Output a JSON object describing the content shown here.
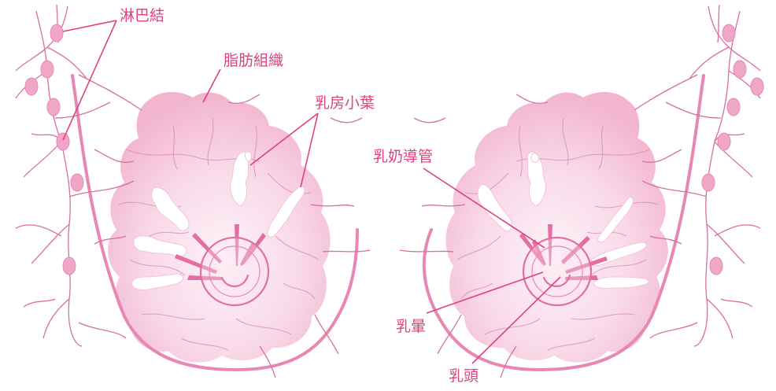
{
  "labels": {
    "lymph_node": "淋巴結",
    "fat_tissue": "脂肪組織",
    "lobule": "乳房小葉",
    "duct": "乳奶導管",
    "areola": "乳暈",
    "nipple": "乳頭"
  },
  "colors": {
    "label_text": "#e0407f",
    "leader_line": "#e0407f",
    "outline": "#e887b3",
    "vessel": "#d76fa0",
    "tissue_edge": "#f2b4cf",
    "tissue_center": "#fdf2f7",
    "lymph_node": "#f0a6c6",
    "lobule": "#ffffff",
    "duct": "#e36fa2"
  }
}
